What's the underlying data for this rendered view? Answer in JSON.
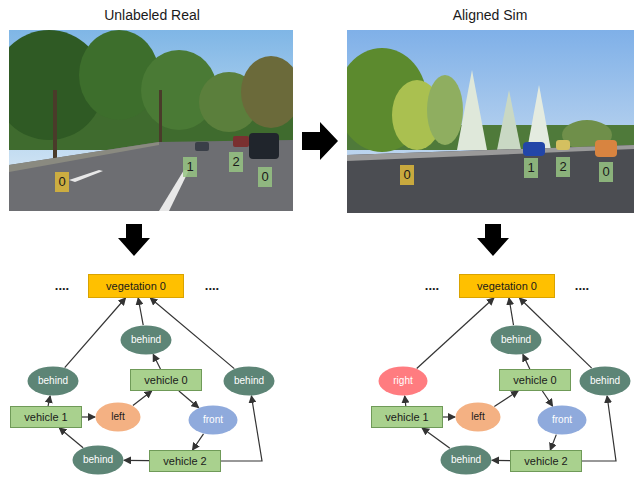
{
  "diagram": {
    "nodes": [
      {
        "text": [
          "0"
        ]
      },
      {
        "text": [
          "1"
        ]
      },
      {
        "text": [
          "2"
        ]
      },
      {
        "text": [
          "0"
        ]
      },
      {
        "text": [
          "0"
        ]
      },
      {
        "text": [
          "1"
        ]
      },
      {
        "text": [
          "2"
        ]
      },
      {
        "text": [
          "0"
        ]
      },
      {
        "text": [
          "vegetation 0"
        ]
      },
      {
        "text": [
          "behind"
        ]
      },
      {
        "text": [
          "behind"
        ]
      },
      {
        "text": [
          "vehicle 0"
        ]
      },
      {
        "text": [
          "behind"
        ]
      },
      {
        "text": [
          "vehicle 1"
        ]
      },
      {
        "text": [
          "left"
        ]
      },
      {
        "text": [
          "front"
        ]
      },
      {
        "text": [
          "behind"
        ]
      },
      {
        "text": [
          "vehicle 2"
        ]
      },
      {
        "text": [
          "vegetation 0"
        ]
      },
      {
        "text": [
          "behind"
        ]
      },
      {
        "text": [
          "right"
        ]
      },
      {
        "text": [
          "vehicle 0"
        ]
      },
      {
        "text": [
          "behind"
        ]
      },
      {
        "text": [
          "vehicle 1"
        ]
      },
      {
        "text": [
          "left"
        ]
      },
      {
        "text": [
          "front"
        ]
      },
      {
        "text": [
          "behind"
        ]
      },
      {
        "text": [
          "vehicle 2"
        ]
      }
    ],
    "edges": [
      {
        "from": 11,
        "to": 9,
        "arrow": "to"
      },
      {
        "from": 9,
        "to": 8,
        "arrow": "to"
      },
      {
        "from": 13,
        "to": 10,
        "arrow": "to"
      },
      {
        "from": 10,
        "to": 8,
        "arrow": "to"
      },
      {
        "from": 17,
        "to": 12,
        "arrow": "to"
      },
      {
        "from": 12,
        "to": 8,
        "arrow": "to"
      },
      {
        "from": 13,
        "to": 14,
        "arrow": "to"
      },
      {
        "from": 14,
        "to": 11,
        "arrow": "to"
      },
      {
        "from": 11,
        "to": 15,
        "arrow": "to"
      },
      {
        "from": 15,
        "to": 17,
        "arrow": "to"
      },
      {
        "from": 17,
        "to": 16,
        "arrow": "to"
      },
      {
        "from": 16,
        "to": 13,
        "arrow": "to"
      },
      {
        "from": 21,
        "to": 19,
        "arrow": "to"
      },
      {
        "from": 19,
        "to": 18,
        "arrow": "to"
      },
      {
        "from": 23,
        "to": 20,
        "arrow": "to"
      },
      {
        "from": 20,
        "to": 18,
        "arrow": "to"
      },
      {
        "from": 27,
        "to": 22,
        "arrow": "to"
      },
      {
        "from": 22,
        "to": 18,
        "arrow": "to"
      },
      {
        "from": 23,
        "to": 24,
        "arrow": "to"
      },
      {
        "from": 24,
        "to": 21,
        "arrow": "to"
      },
      {
        "from": 21,
        "to": 25,
        "arrow": "to"
      },
      {
        "from": 25,
        "to": 27,
        "arrow": "to"
      },
      {
        "from": 27,
        "to": 26,
        "arrow": "to"
      },
      {
        "from": 26,
        "to": 23,
        "arrow": "to"
      }
    ],
    "labels": [
      "Unlabeled Real",
      "Aligned Sim",
      "....",
      "....",
      "....",
      "...."
    ]
  }
}
